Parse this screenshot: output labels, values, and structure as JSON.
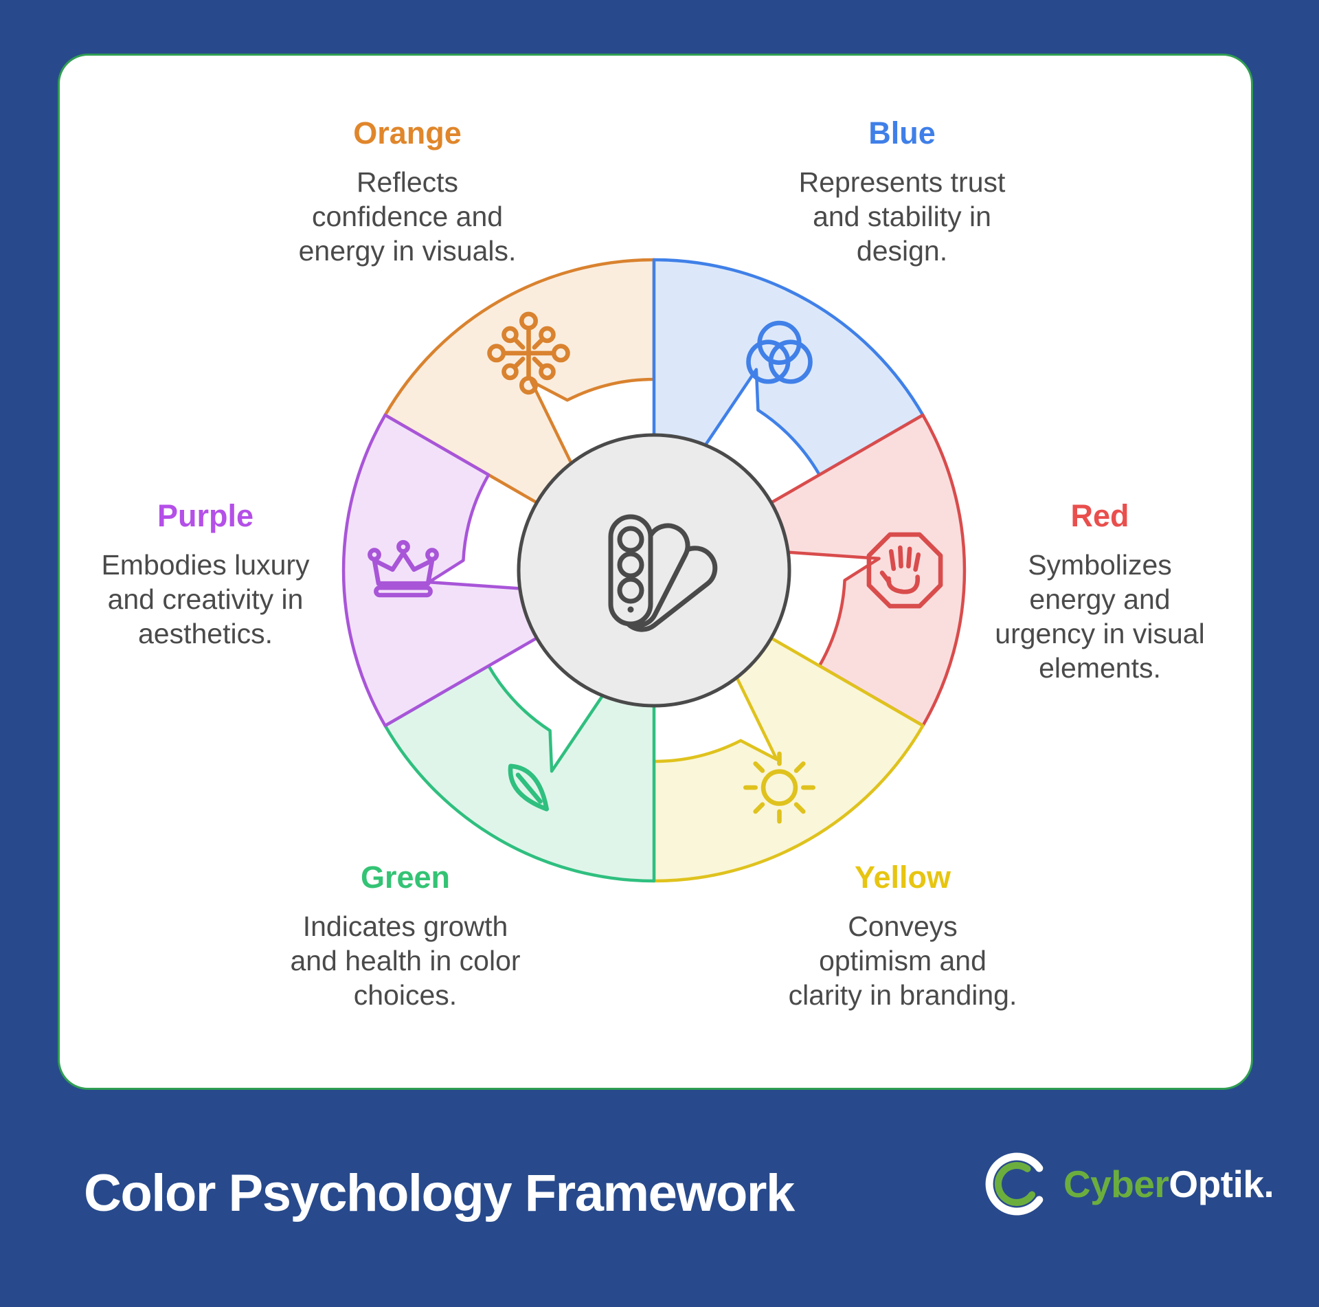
{
  "page": {
    "background_color": "#284A8C"
  },
  "card": {
    "background": "#FFFFFF",
    "border_color": "#2F9E52"
  },
  "wheel": {
    "center_icon": "color-swatch",
    "center_fill": "#EBEBEB",
    "center_stroke": "#4A4A4A",
    "segments": [
      {
        "id": "orange",
        "name": "Orange",
        "heading_color": "#E0862B",
        "stroke": "#D9822F",
        "fill": "#FAEDDE",
        "icon": "network",
        "start_angle": 300,
        "description": "Reflects\nconfidence and\nenergy in visuals."
      },
      {
        "id": "blue",
        "name": "Blue",
        "heading_color": "#3F7FE8",
        "stroke": "#4080E8",
        "fill": "#DCE8FA",
        "icon": "venn",
        "start_angle": 0,
        "description": "Represents trust\nand stability in\ndesign."
      },
      {
        "id": "red",
        "name": "Red",
        "heading_color": "#E94F4D",
        "stroke": "#D94C4C",
        "fill": "#FADEDE",
        "icon": "stop-hand",
        "start_angle": 60,
        "description": "Symbolizes\nenergy and\nurgency in visual\nelements."
      },
      {
        "id": "yellow",
        "name": "Yellow",
        "heading_color": "#E7C511",
        "stroke": "#DFC21D",
        "fill": "#FAF6D9",
        "icon": "sun",
        "start_angle": 120,
        "description": "Conveys\noptimism and\nclarity in branding."
      },
      {
        "id": "green",
        "name": "Green",
        "heading_color": "#33C374",
        "stroke": "#2FBF7F",
        "fill": "#E0F5EA",
        "icon": "leaf",
        "start_angle": 180,
        "description": "Indicates growth\nand health in color\nchoices."
      },
      {
        "id": "purple",
        "name": "Purple",
        "heading_color": "#B44FE8",
        "stroke": "#A855D8",
        "fill": "#F3E1FA",
        "icon": "crown",
        "start_angle": 240,
        "description": "Embodies luxury\nand creativity in\naesthetics."
      }
    ]
  },
  "footer": {
    "title": "Color Psychology Framework"
  },
  "logo": {
    "brand_part1": "Cyber",
    "brand_part2": "Optik.",
    "part1_color": "#6CAE3E",
    "part2_color": "#FFFFFF",
    "mark_green": "#6CAE3E"
  }
}
